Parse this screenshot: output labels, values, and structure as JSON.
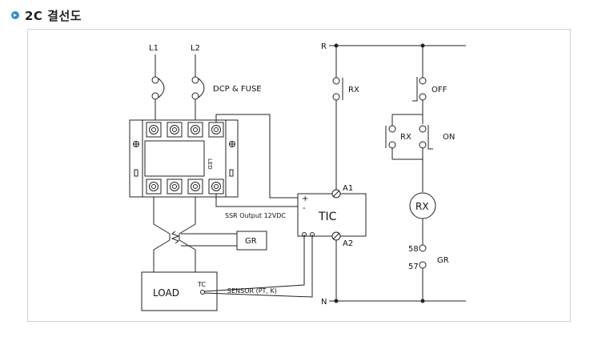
{
  "header": {
    "title": "2C 결선도",
    "bullet_color": "#2e8fd6"
  },
  "labels": {
    "l1": "L1",
    "l2": "L2",
    "dcp_fuse": "DCP & FUSE",
    "led": "LED",
    "ssr_output": "SSR Output 12VDC",
    "plus": "+",
    "minus": "-",
    "tic": "TIC",
    "a1": "A1",
    "a2": "A2",
    "gr_box": "GR",
    "load": "LOAD",
    "tc": "TC",
    "sensor": "SENSOR  (PT, K)",
    "r": "R",
    "n": "N",
    "rx_contact": "RX",
    "off": "OFF",
    "rx_aux": "RX",
    "on": "ON",
    "rx_coil": "RX",
    "n58": "58",
    "n57": "57",
    "gr_lamp": "GR"
  }
}
